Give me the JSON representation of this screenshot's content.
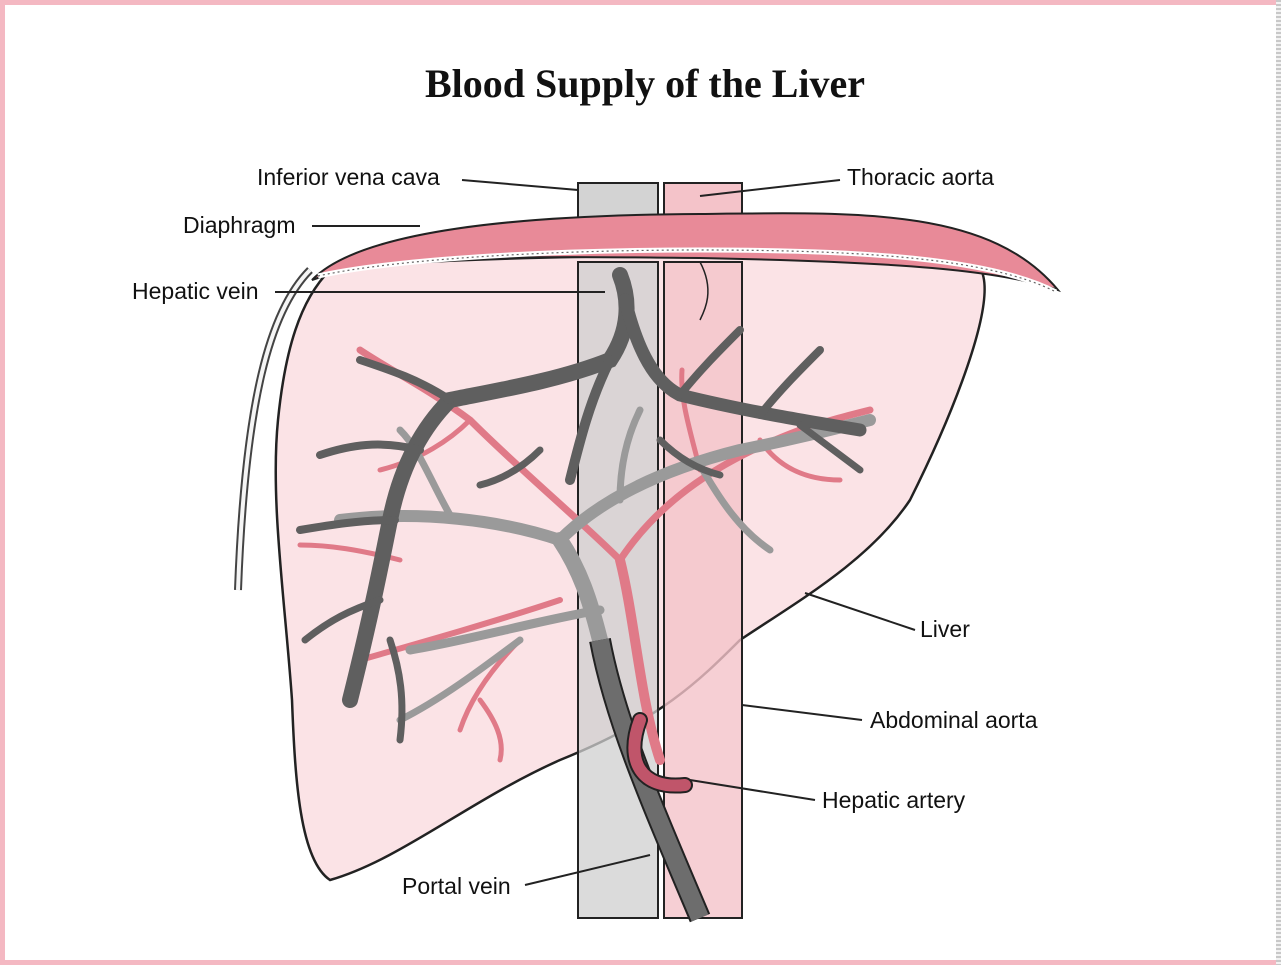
{
  "title": "Blood Supply of the Liver",
  "labels": {
    "inferior_vena_cava": "Inferior vena cava",
    "thoracic_aorta": "Thoracic aorta",
    "diaphragm": "Diaphragm",
    "hepatic_vein": "Hepatic vein",
    "liver": "Liver",
    "abdominal_aorta": "Abdominal aorta",
    "hepatic_artery": "Hepatic artery",
    "portal_vein": "Portal vein"
  },
  "colors": {
    "border": "#f4b8c2",
    "liver_fill": "#fbe3e6",
    "diaphragm": "#e88a98",
    "vein_dark": "#5f5f5f",
    "vein_light": "#9a9a9a",
    "artery": "#e07a88",
    "aorta": "#f4c3c9",
    "vena_cava": "#d3d3d3"
  }
}
